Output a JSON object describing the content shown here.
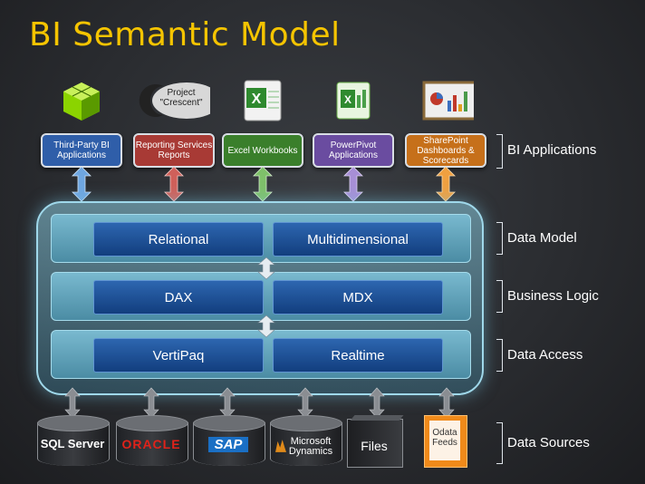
{
  "title": "BI Semantic Model",
  "apps": [
    {
      "label": "Third-Party BI Applications",
      "color": "#2f5ea9",
      "icon": "cube-icon",
      "arrow": "#6fa6e0"
    },
    {
      "label": "Reporting Services Reports",
      "color": "#a83a35",
      "icon": "crescent-icon",
      "icon_text": "Project \"Crescent\"",
      "arrow": "#d0605a"
    },
    {
      "label": "Excel Workbooks",
      "color": "#3a7f2b",
      "icon": "excel-icon",
      "arrow": "#7fc06a"
    },
    {
      "label": "PowerPivot Applications",
      "color": "#6a4ca0",
      "icon": "powerpivot-icon",
      "arrow": "#a78fd6"
    },
    {
      "label": "SharePoint Dashboards & Scorecards",
      "color": "#c6701a",
      "icon": "sharepoint-dashboard-icon",
      "arrow": "#f0a040"
    }
  ],
  "layers": {
    "data_model": {
      "left": "Relational",
      "right": "Multidimensional"
    },
    "business_logic": {
      "left": "DAX",
      "right": "MDX"
    },
    "data_access": {
      "left": "VertiPaq",
      "right": "Realtime"
    }
  },
  "right_labels": {
    "bi_applications": "BI Applications",
    "data_model": "Data Model",
    "business_logic": "Business Logic",
    "data_access": "Data Access",
    "data_sources": "Data Sources"
  },
  "sources": [
    {
      "label": "SQL Server",
      "icon": "sql-server-icon"
    },
    {
      "label": "ORACLE",
      "icon": "oracle-icon",
      "color": "#e0221a"
    },
    {
      "label": "SAP",
      "icon": "sap-icon",
      "color": "#1a6fc4"
    },
    {
      "label": "Microsoft Dynamics",
      "icon": "microsoft-dynamics-icon"
    },
    {
      "label": "Files",
      "icon": "files-icon"
    },
    {
      "label": "Odata Feeds",
      "icon": "odata-feeds-icon",
      "color": "#f08a1a"
    }
  ]
}
